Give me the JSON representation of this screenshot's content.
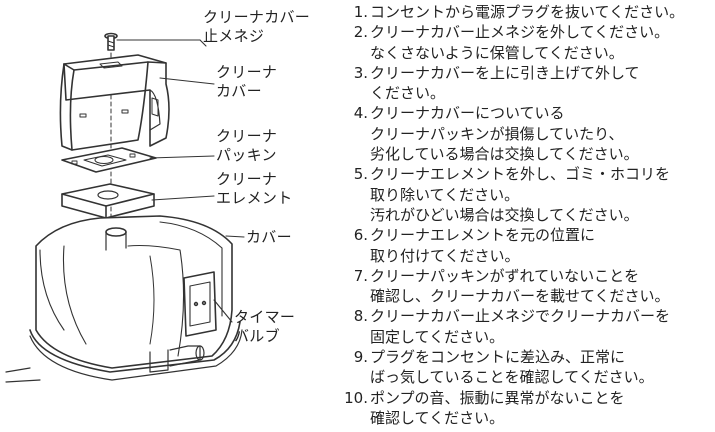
{
  "labels": {
    "screw": "クリーナカバー\n止メネジ",
    "cover": "クリーナ\nカバー",
    "packing": "クリーナ\nパッキン",
    "element": "クリーナ\nエレメント",
    "body_cover": "カバー",
    "timer_valve": "タイマー\nバルブ"
  },
  "steps": [
    {
      "num": "1.",
      "text": "コンセントから電源プラグを抜いてください。"
    },
    {
      "num": "2.",
      "text": "クリーナカバー止メネジを外してください。\nなくさないように保管してください。"
    },
    {
      "num": "3.",
      "text": "クリーナカバーを上に引き上げて外して\nください。"
    },
    {
      "num": "4.",
      "text": "クリーナカバーについている\n クリーナパッキンが損傷していたり、\n 劣化している場合は交換してください。"
    },
    {
      "num": "5.",
      "text": "クリーナエレメントを外し、ゴミ・ホコリを\n取り除いてください。\n汚れがひどい場合は交換してください。"
    },
    {
      "num": "6.",
      "text": "クリーナエレメントを元の位置に\n取り付けてください。"
    },
    {
      "num": "7.",
      "text": "クリーナパッキンがずれていないことを\n確認し、クリーナカバーを載せてください。"
    },
    {
      "num": "8.",
      "text": "クリーナカバー止メネジでクリーナカバーを\n固定してください。"
    },
    {
      "num": "9.",
      "text": "プラグをコンセントに差込み、正常に\nばっ気していることを確認してください。"
    },
    {
      "num": "10.",
      "text": "ポンプの音、振動に異常がないことを\n確認してください。"
    }
  ]
}
